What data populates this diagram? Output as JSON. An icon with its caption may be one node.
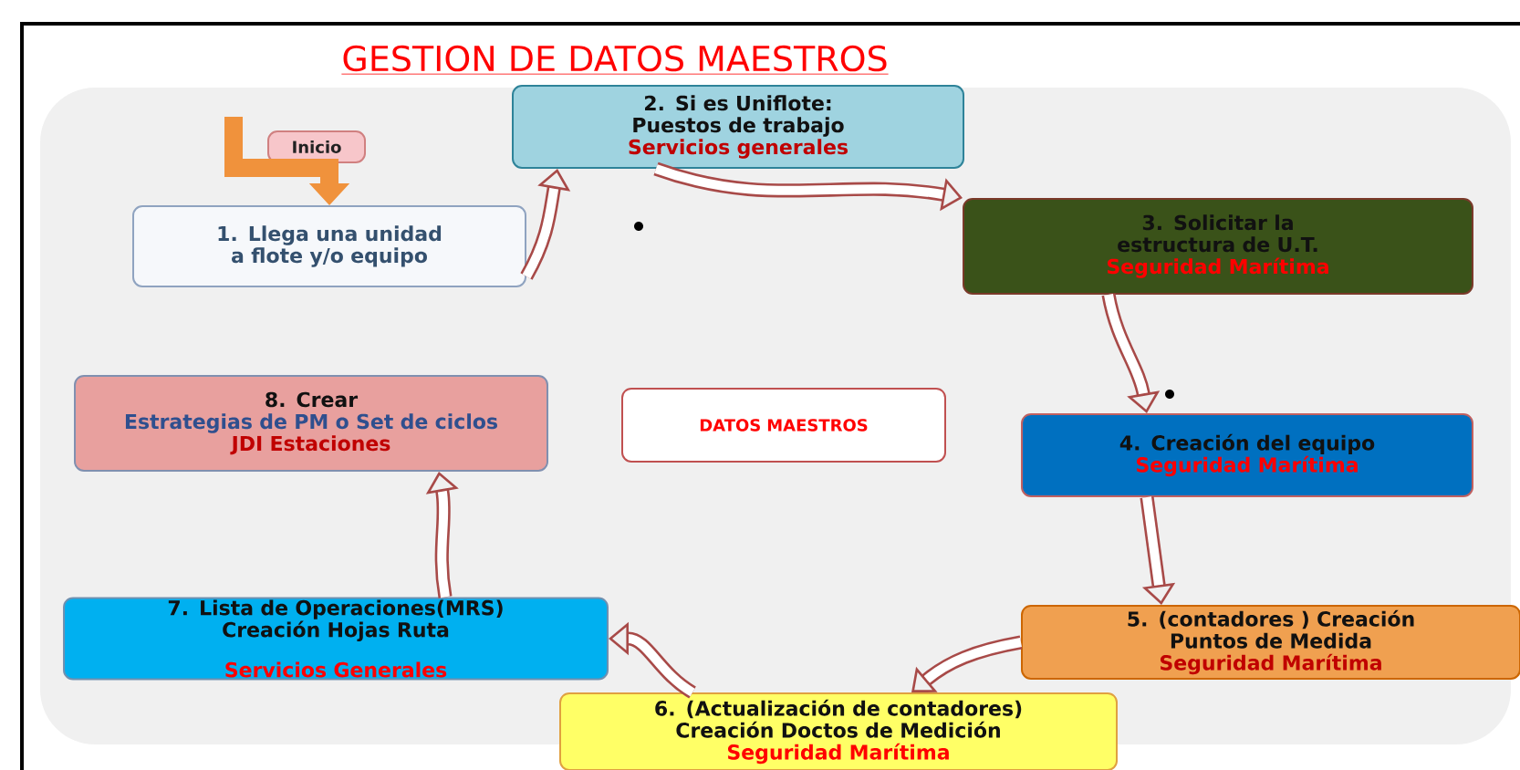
{
  "diagram": {
    "title": "GESTION DE DATOS MAESTROS",
    "nodes": [
      {
        "text": [
          "Inicio"
        ]
      },
      {
        "text": [
          "1. Llega una unidad a flote y/o equipo"
        ]
      },
      {
        "text": [
          "2. Si es Uniflote: Puestos de trabajo",
          "Servicios generales"
        ]
      },
      {
        "text": [
          "3. Solicitar la estructura de U.T.",
          "Seguridad Marítima"
        ]
      },
      {
        "text": [
          "4. Creación del equipo",
          "Seguridad Marítima"
        ]
      },
      {
        "text": [
          "5. (contadores ) Creación Puntos de Medida",
          "Seguridad Marítima"
        ]
      },
      {
        "text": [
          "6. (Actualización de contadores) Creación Doctos de Medición",
          "Seguridad Marítima"
        ]
      },
      {
        "text": [
          "7. Lista de Operaciones(MRS) Creación Hojas Ruta",
          "Servicios Generales"
        ]
      },
      {
        "text": [
          "8. Crear",
          "Estrategias de PM o Set de ciclos",
          "JDI Estaciones"
        ]
      },
      {
        "text": [
          "DATOS MAESTROS"
        ]
      }
    ],
    "edges": [
      {
        "from": null,
        "to": 1,
        "arrow": "to",
        "color": "#f0923c"
      },
      {
        "from": 1,
        "to": 2,
        "arrow": "to"
      },
      {
        "from": 2,
        "to": 3,
        "arrow": "to"
      },
      {
        "from": 3,
        "to": 4,
        "arrow": "to"
      },
      {
        "from": 4,
        "to": 5,
        "arrow": "to"
      },
      {
        "from": 5,
        "to": 6,
        "arrow": "to"
      },
      {
        "from": 6,
        "to": 7,
        "arrow": "to"
      },
      {
        "from": 7,
        "to": 8,
        "arrow": "to"
      }
    ]
  }
}
